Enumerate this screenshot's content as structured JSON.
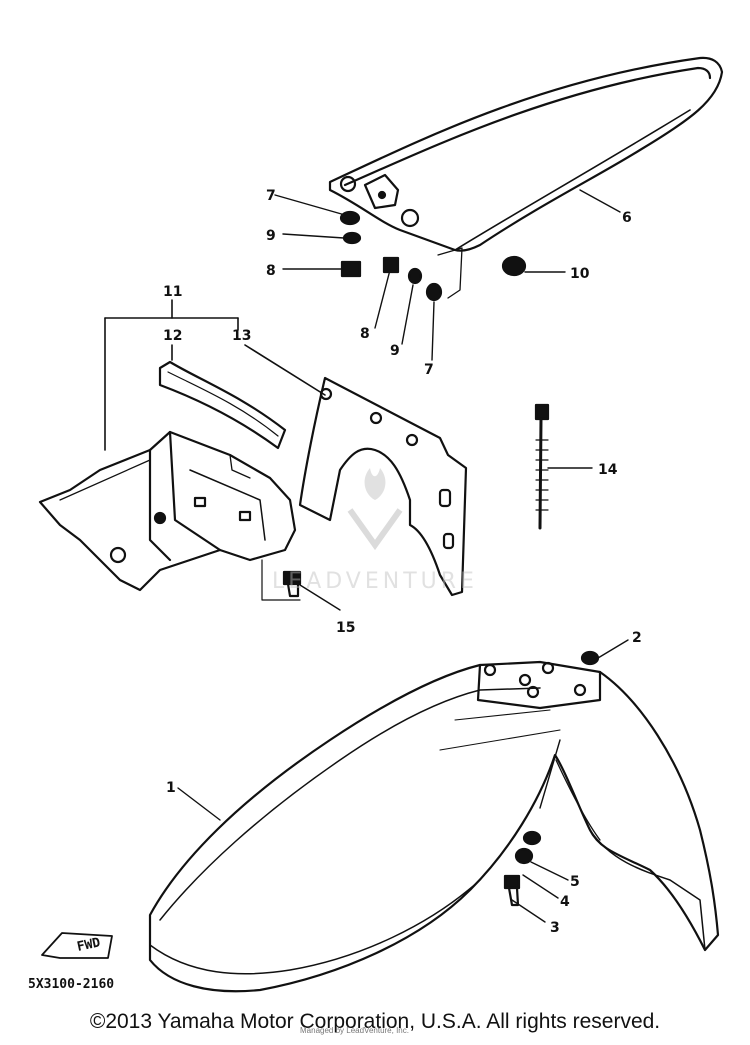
{
  "diagram_code": "5X3100-2160",
  "copyright": "©2013 Yamaha Motor Corporation, U.S.A. All rights reserved.",
  "fwd_mark": "FWD",
  "watermark": "LEADVENTURE",
  "small_note": "Managed by LeadVenture, Inc.",
  "callouts": {
    "c1": "1",
    "c2": "2",
    "c3": "3",
    "c4": "4",
    "c5": "5",
    "c6": "6",
    "c7a": "7",
    "c7b": "7",
    "c8a": "8",
    "c8b": "8",
    "c9a": "9",
    "c9b": "9",
    "c10": "10",
    "c11": "11",
    "c12": "12",
    "c13": "13",
    "c14": "14",
    "c15": "15"
  }
}
